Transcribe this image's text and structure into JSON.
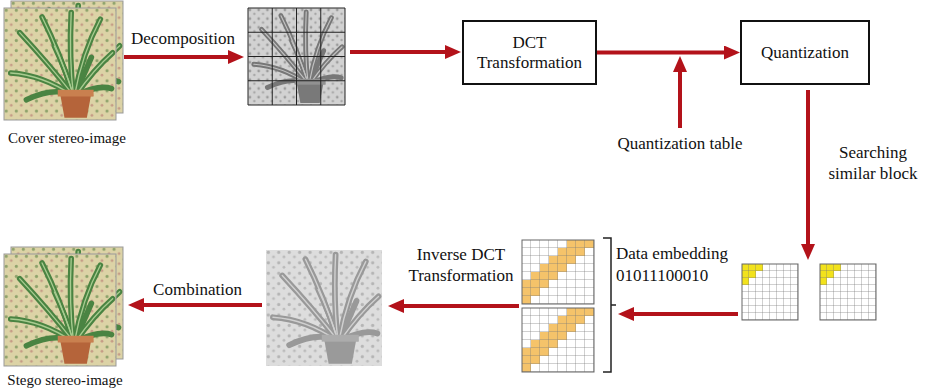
{
  "diagram": {
    "nodes": [
      {
        "text": [
          "DCT Transformation"
        ]
      },
      {
        "text": [
          "Quantization"
        ]
      }
    ],
    "edges": [
      {
        "from": 0,
        "to": 1,
        "arrow": "to"
      }
    ],
    "labels": [
      "Cover stereo-image",
      "Decomposition",
      "Quantization table",
      "Searching similar block",
      "Data embedding",
      "01011100010",
      "Inverse DCT Transformation",
      "Combination",
      "Stego stereo-image"
    ]
  }
}
